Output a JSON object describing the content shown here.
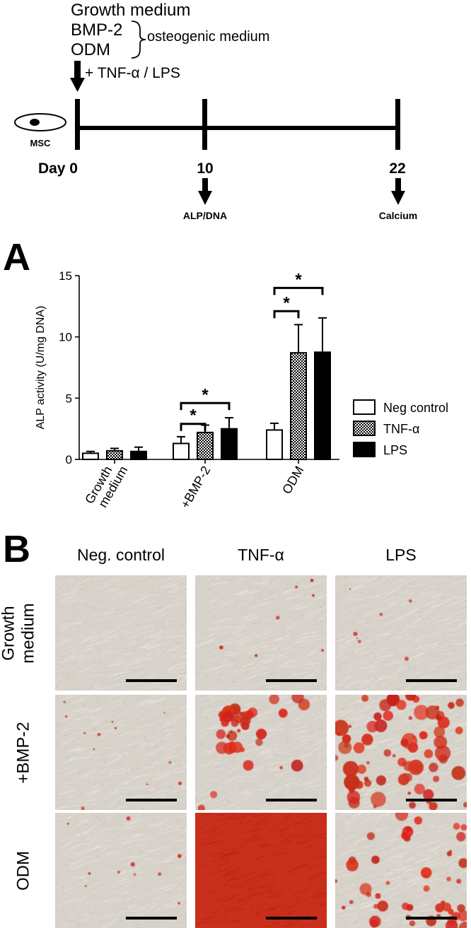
{
  "timeline": {
    "media": [
      "Growth medium",
      "BMP-2",
      "ODM"
    ],
    "osteogenic_label": "osteogenic medium",
    "treatment_label": "+ TNF-α / LPS",
    "cell_label": "MSC",
    "days": [
      "Day 0",
      "10",
      "22"
    ],
    "readouts": [
      "ALP/DNA",
      "Calcium"
    ]
  },
  "panel_a": {
    "letter": "A",
    "chart_data": {
      "type": "bar",
      "ylabel": "ALP activity (U/mg DNA)",
      "ylim": [
        0,
        15
      ],
      "yticks": [
        "0",
        "5",
        "10",
        "15"
      ],
      "categories": [
        {
          "lines": [
            "Growth",
            "medium"
          ]
        },
        {
          "lines": [
            "+BMP-2"
          ]
        },
        {
          "lines": [
            "ODM"
          ]
        }
      ],
      "series": [
        {
          "name": "Neg control",
          "values": [
            0.5,
            1.3,
            2.4
          ],
          "errors": [
            0.15,
            0.55,
            0.55
          ],
          "fill": "#ffffff"
        },
        {
          "name": "TNF-α",
          "values": [
            0.7,
            2.2,
            8.7
          ],
          "errors": [
            0.2,
            0.6,
            2.3
          ],
          "fill": "pattern"
        },
        {
          "name": "LPS",
          "values": [
            0.65,
            2.5,
            8.75
          ],
          "errors": [
            0.35,
            0.9,
            2.8
          ],
          "fill": "#000000"
        }
      ],
      "significance": [
        {
          "category": 1,
          "from": 0,
          "to": 1,
          "level": 2.9,
          "label": "*"
        },
        {
          "category": 1,
          "from": 0,
          "to": 2,
          "level": 4.6,
          "label": "*"
        },
        {
          "category": 2,
          "from": 0,
          "to": 1,
          "level": 12.1,
          "label": "*"
        },
        {
          "category": 2,
          "from": 0,
          "to": 2,
          "level": 14.0,
          "label": "*"
        }
      ],
      "legend_position": "right"
    }
  },
  "panel_b": {
    "letter": "B",
    "columns": [
      "Neg. control",
      "TNF-α",
      "LPS"
    ],
    "rows": [
      {
        "lines": [
          "Growth",
          "medium"
        ]
      },
      {
        "lines": [
          "+BMP-2"
        ]
      },
      {
        "lines": [
          "ODM"
        ]
      }
    ],
    "red_stain_level": [
      [
        0.0,
        0.02,
        0.01
      ],
      [
        0.05,
        0.3,
        0.55
      ],
      [
        0.03,
        1.0,
        0.35
      ]
    ],
    "colors": {
      "bg": "#d6d1c9",
      "stain": "#c8281a"
    }
  }
}
